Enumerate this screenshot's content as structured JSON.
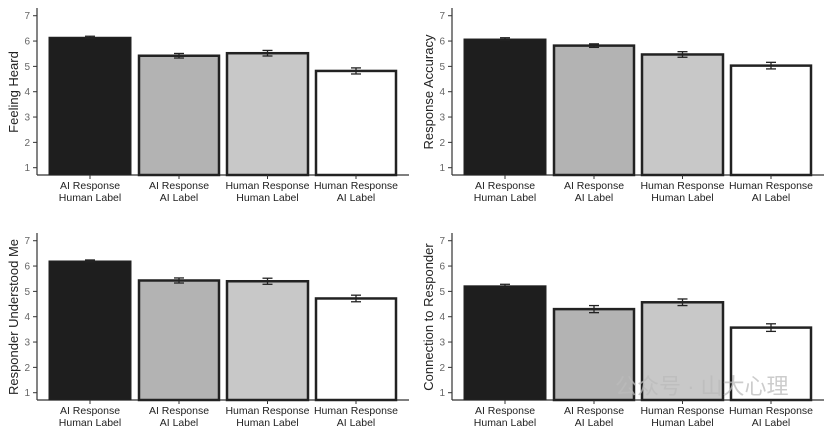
{
  "chart_data": [
    {
      "type": "bar",
      "ylabel": "Feeling Heard",
      "ylim": [
        0.8,
        7.2
      ],
      "yticks": [
        1,
        2,
        3,
        4,
        5,
        6,
        7
      ],
      "categories": [
        [
          "AI Response",
          "Human Label"
        ],
        [
          "AI Response",
          "AI Label"
        ],
        [
          "Human Response",
          "Human Label"
        ],
        [
          "Human Response",
          "AI Label"
        ]
      ],
      "values": [
        6.15,
        5.42,
        5.52,
        4.82
      ],
      "errors": [
        0.04,
        0.09,
        0.11,
        0.12
      ]
    },
    {
      "type": "bar",
      "ylabel": "Response Accuracy",
      "ylim": [
        0.8,
        7.2
      ],
      "yticks": [
        1,
        2,
        3,
        4,
        5,
        6,
        7
      ],
      "categories": [
        [
          "AI Response",
          "Human Label"
        ],
        [
          "AI Response",
          "AI Label"
        ],
        [
          "Human Response",
          "Human Label"
        ],
        [
          "Human Response",
          "AI Label"
        ]
      ],
      "values": [
        6.08,
        5.82,
        5.47,
        5.03
      ],
      "errors": [
        0.05,
        0.07,
        0.11,
        0.13
      ]
    },
    {
      "type": "bar",
      "ylabel": "Responder Understood Me",
      "ylim": [
        0.8,
        7.2
      ],
      "yticks": [
        1,
        2,
        3,
        4,
        5,
        6,
        7
      ],
      "categories": [
        [
          "AI Response",
          "Human Label"
        ],
        [
          "AI Response",
          "AI Label"
        ],
        [
          "Human Response",
          "Human Label"
        ],
        [
          "Human Response",
          "AI Label"
        ]
      ],
      "values": [
        6.2,
        5.43,
        5.4,
        4.72
      ],
      "errors": [
        0.04,
        0.1,
        0.12,
        0.13
      ]
    },
    {
      "type": "bar",
      "ylabel": "Connection to Responder",
      "ylim": [
        0.8,
        7.2
      ],
      "yticks": [
        1,
        2,
        3,
        4,
        5,
        6,
        7
      ],
      "categories": [
        [
          "AI Response",
          "Human Label"
        ],
        [
          "AI Response",
          "AI Label"
        ],
        [
          "Human Response",
          "Human Label"
        ],
        [
          "Human Response",
          "AI Label"
        ]
      ],
      "values": [
        5.22,
        4.3,
        4.57,
        3.57
      ],
      "errors": [
        0.06,
        0.14,
        0.13,
        0.15
      ]
    }
  ],
  "bar_colors": [
    "#1e1e1e",
    "#b3b3b3",
    "#c8c8c8",
    "#ffffff"
  ],
  "watermark": "公众号 · 山大心理"
}
